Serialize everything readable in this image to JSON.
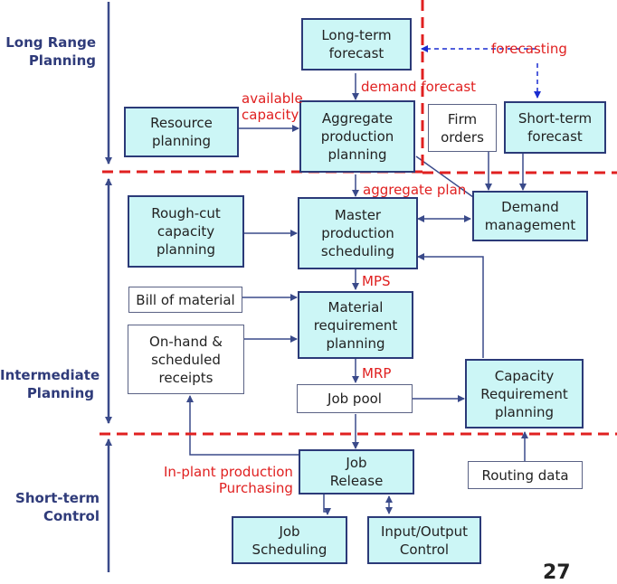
{
  "levels": {
    "long_range": "Long Range\nPlanning",
    "intermediate": "Intermediate\nPlanning",
    "short_term": "Short-term\nControl"
  },
  "boxes": {
    "long_term_forecast": "Long-term\nforecast",
    "resource_planning": "Resource\nplanning",
    "aggregate_planning": "Aggregate\nproduction\nplanning",
    "firm_orders": "Firm\norders",
    "short_term_forecast": "Short-term\nforecast",
    "demand_management": "Demand\nmanagement",
    "rough_cut": "Rough-cut\ncapacity\nplanning",
    "mps": "Master\nproduction\nscheduling",
    "bom": "Bill of material",
    "mrp": "Material\nrequirement\nplanning",
    "on_hand": "On-hand &\nscheduled\nreceipts",
    "job_pool": "Job pool",
    "crp": "Capacity\nRequirement\nplanning",
    "job_release": "Job\nRelease",
    "routing": "Routing data",
    "job_scheduling": "Job\nScheduling",
    "io_control": "Input/Output\nControl"
  },
  "labels": {
    "forecasting": "forecasting",
    "available_capacity": "available\ncapacity",
    "demand_forecast": "demand forecast",
    "aggregate_plan": "aggregate plan",
    "mps": "MPS",
    "mrp": "MRP",
    "in_plant": "In-plant production\nPurchasing"
  },
  "page_number": "27",
  "colors": {
    "box_fill": "#ccf6f6",
    "box_border": "#2b3a78",
    "divider": "#e02020",
    "axis": "#3a4a8a"
  }
}
